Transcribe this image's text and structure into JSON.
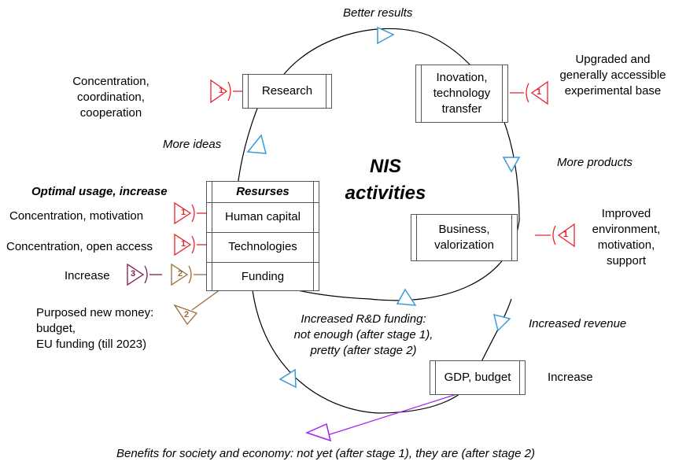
{
  "center": {
    "line1": "NIS",
    "line2": "activities"
  },
  "boxes": {
    "research": "Research",
    "innovation": [
      "Inovation,",
      "technology",
      "transfer"
    ],
    "business": [
      "Business,",
      "valorization"
    ],
    "gdp": "GDP, budget",
    "resources": {
      "title": "Resurses",
      "rows": [
        "Human capital",
        "Technologies",
        "Funding"
      ]
    }
  },
  "flows": {
    "better_results": "Better results",
    "more_products": "More products",
    "more_ideas": "More ideas",
    "increased_revenue": "Increased revenue",
    "increased_rd_funding": [
      "Increased R&D funding:",
      "not enough (after stage 1),",
      "pretty (after stage 2)"
    ],
    "benefits": "Benefits for society and economy: not yet (after stage 1), they are (after stage 2)"
  },
  "annotations": {
    "research_note": [
      "Concentration,",
      "coordination,",
      "cooperation"
    ],
    "innovation_note": [
      "Upgraded and",
      "generally accessible",
      "experimental base"
    ],
    "business_note": [
      "Improved",
      "environment,",
      "motivation,",
      "support"
    ],
    "gdp_note": "Increase",
    "optimal_usage": "Optimal usage, increase",
    "human_capital_note": "Concentration, motivation",
    "technologies_note": "Concentration, open access",
    "funding_note": "Increase",
    "new_money_note": [
      "Purposed new money:",
      "budget,",
      "EU funding (till 2023)"
    ]
  },
  "badges": {
    "stage1": "1",
    "stage2": "2",
    "stage3": "3"
  },
  "colors": {
    "stage1": "#e8242c",
    "stage2": "#9c6b3c",
    "stage3": "#7b1c4e",
    "flow_arrow": "#3b9ad6",
    "benefits_arrow": "#a020f0",
    "loop": "#000000"
  }
}
